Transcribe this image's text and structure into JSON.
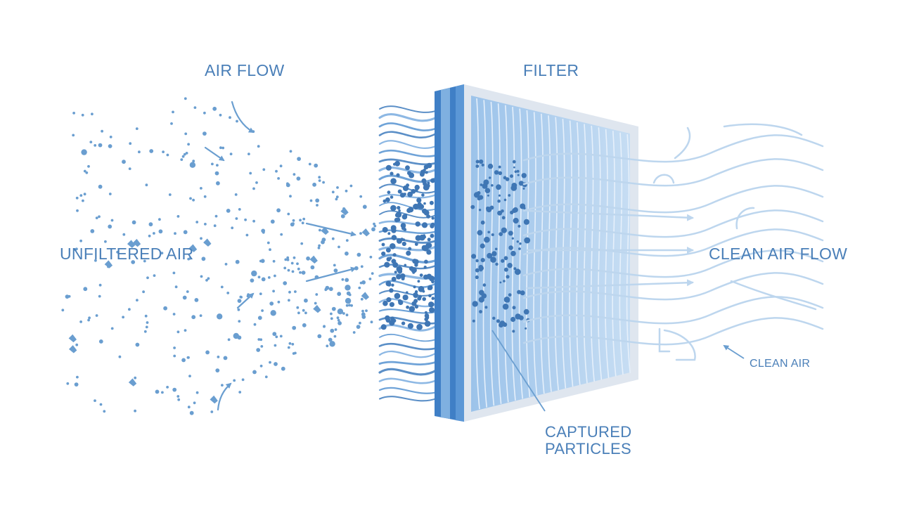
{
  "labels": {
    "air_flow": "AIR FLOW",
    "filter": "FILTER",
    "unfiltered_air": "UNFILTERED AIR",
    "clean_air_flow": "CLEAN AIR FLOW",
    "clean_air": "CLEAN AIR",
    "captured_particles_line1": "CAPTURED",
    "captured_particles_line2": "PARTICLES"
  },
  "colors": {
    "text": "#4a7fb8",
    "particle": "#6a9ed0",
    "particle_dense": "#3f76b4",
    "fiber": "#5b8fc7",
    "filter_side": "#3f7fc6",
    "filter_side_light": "#7fb0e0",
    "filter_frame": "#dfe6ef",
    "filter_media": "#a9cbed",
    "clean_flow": "#bdd6ee",
    "arrow": "#6a9ed0"
  }
}
